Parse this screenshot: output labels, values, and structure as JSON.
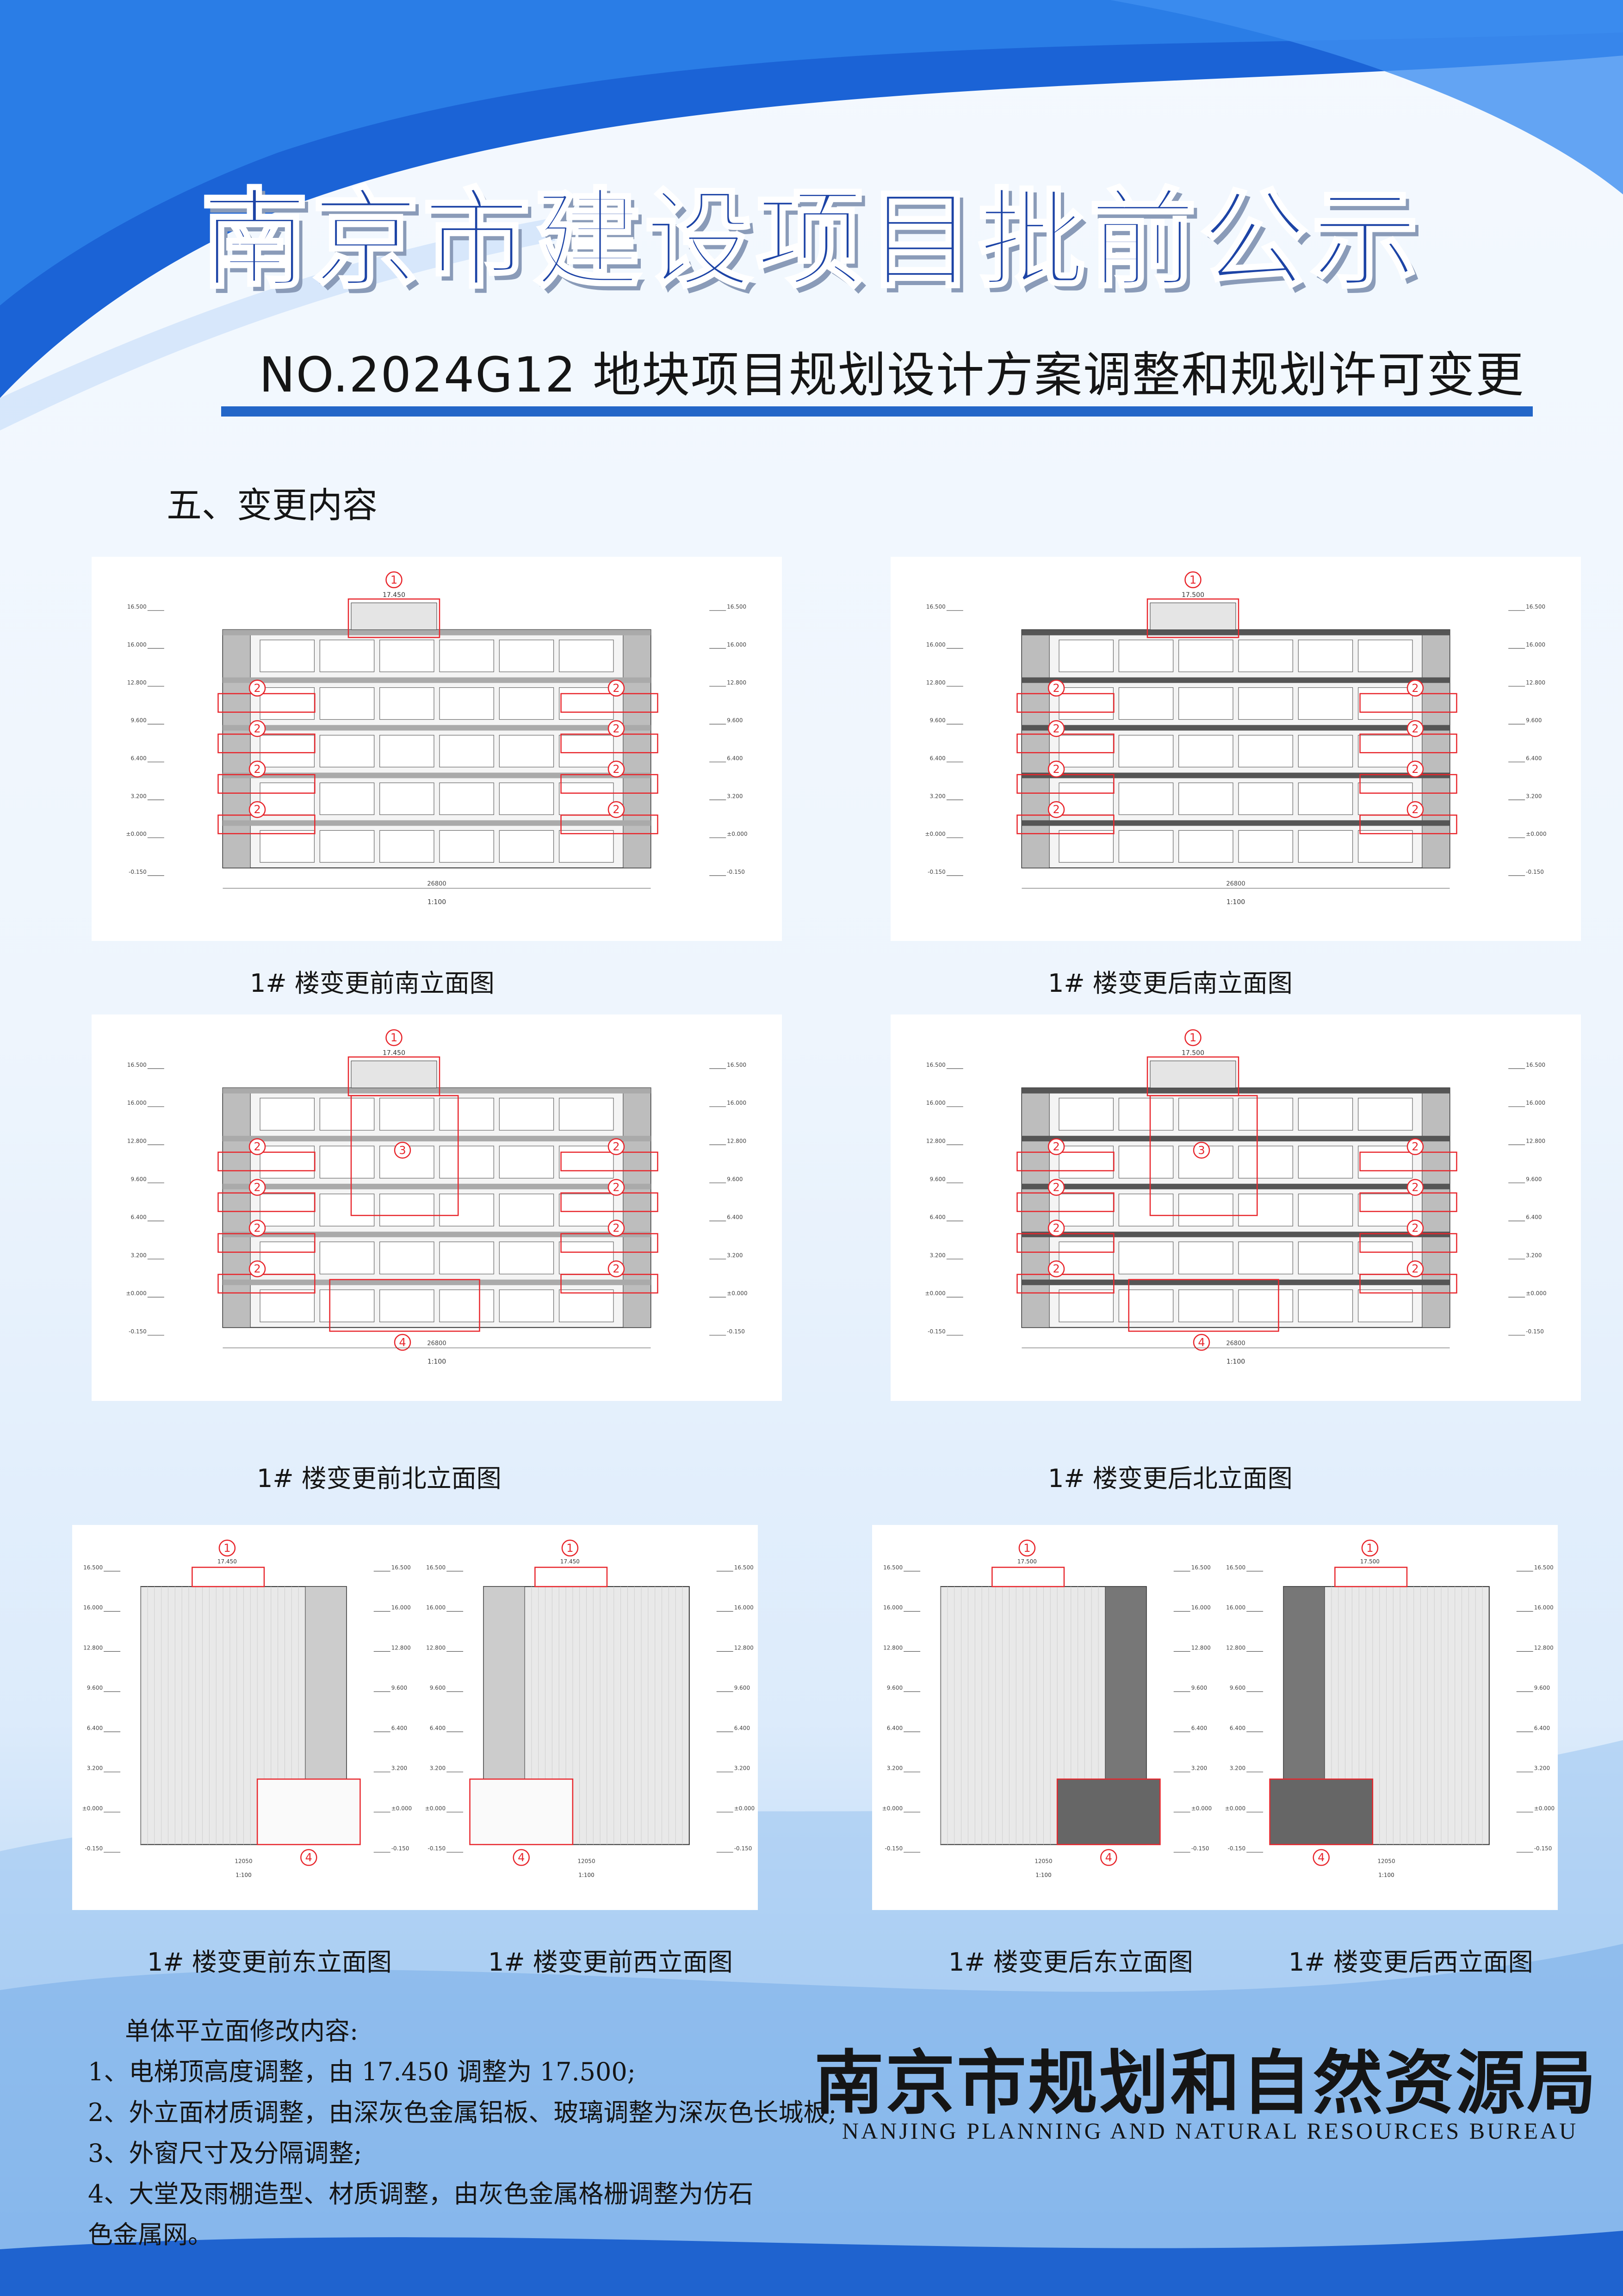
{
  "header": {
    "title": "南京市建设项目批前公示",
    "subtitle": "NO.2024G12 地块项目规划设计方案调整和规划许可变更"
  },
  "section": {
    "heading": "五、变更内容"
  },
  "drawings": [
    {
      "caption": "1# 楼变更前南立面图",
      "view": "south",
      "state": "before"
    },
    {
      "caption": "1# 楼变更后南立面图",
      "view": "south",
      "state": "after"
    },
    {
      "caption": "1# 楼变更前北立面图",
      "view": "north",
      "state": "before"
    },
    {
      "caption": "1# 楼变更后北立面图",
      "view": "north",
      "state": "after"
    },
    {
      "caption": "1# 楼变更前东立面图",
      "view": "east",
      "state": "before"
    },
    {
      "caption": "1# 楼变更前西立面图",
      "view": "west",
      "state": "before"
    },
    {
      "caption": "1# 楼变更后东立面图",
      "view": "east",
      "state": "after"
    },
    {
      "caption": "1# 楼变更后西立面图",
      "view": "west",
      "state": "after"
    }
  ],
  "drawing_labels": {
    "levels": [
      "16.500",
      "16.000",
      "12.800",
      "9.600",
      "6.400",
      "3.200",
      "±0.000",
      "-0.150"
    ],
    "height_before": "17.450",
    "height_after": "17.500",
    "width_long": "26800",
    "width_short": "12050",
    "scale": "1:100",
    "markers": [
      "1",
      "2",
      "3",
      "4"
    ]
  },
  "notes": {
    "intro": "单体平立面修改内容:",
    "items": [
      "1、电梯顶高度调整，由 17.450 调整为 17.500;",
      "2、外立面材质调整，由深灰色金属铝板、玻璃调整为深灰色长城板;",
      "3、外窗尺寸及分隔调整;",
      "4、大堂及雨棚造型、材质调整，由灰色金属格栅调整为仿石",
      "色金属网。"
    ]
  },
  "footer": {
    "bureau_cn": "南京市规划和自然资源局",
    "bureau_en": "NANJING PLANNING AND NATURAL RESOURCES BUREAU"
  },
  "colors": {
    "title_blue": "#1d44a6",
    "rule_blue": "#2366c8",
    "marker_red": "#e8262c"
  }
}
